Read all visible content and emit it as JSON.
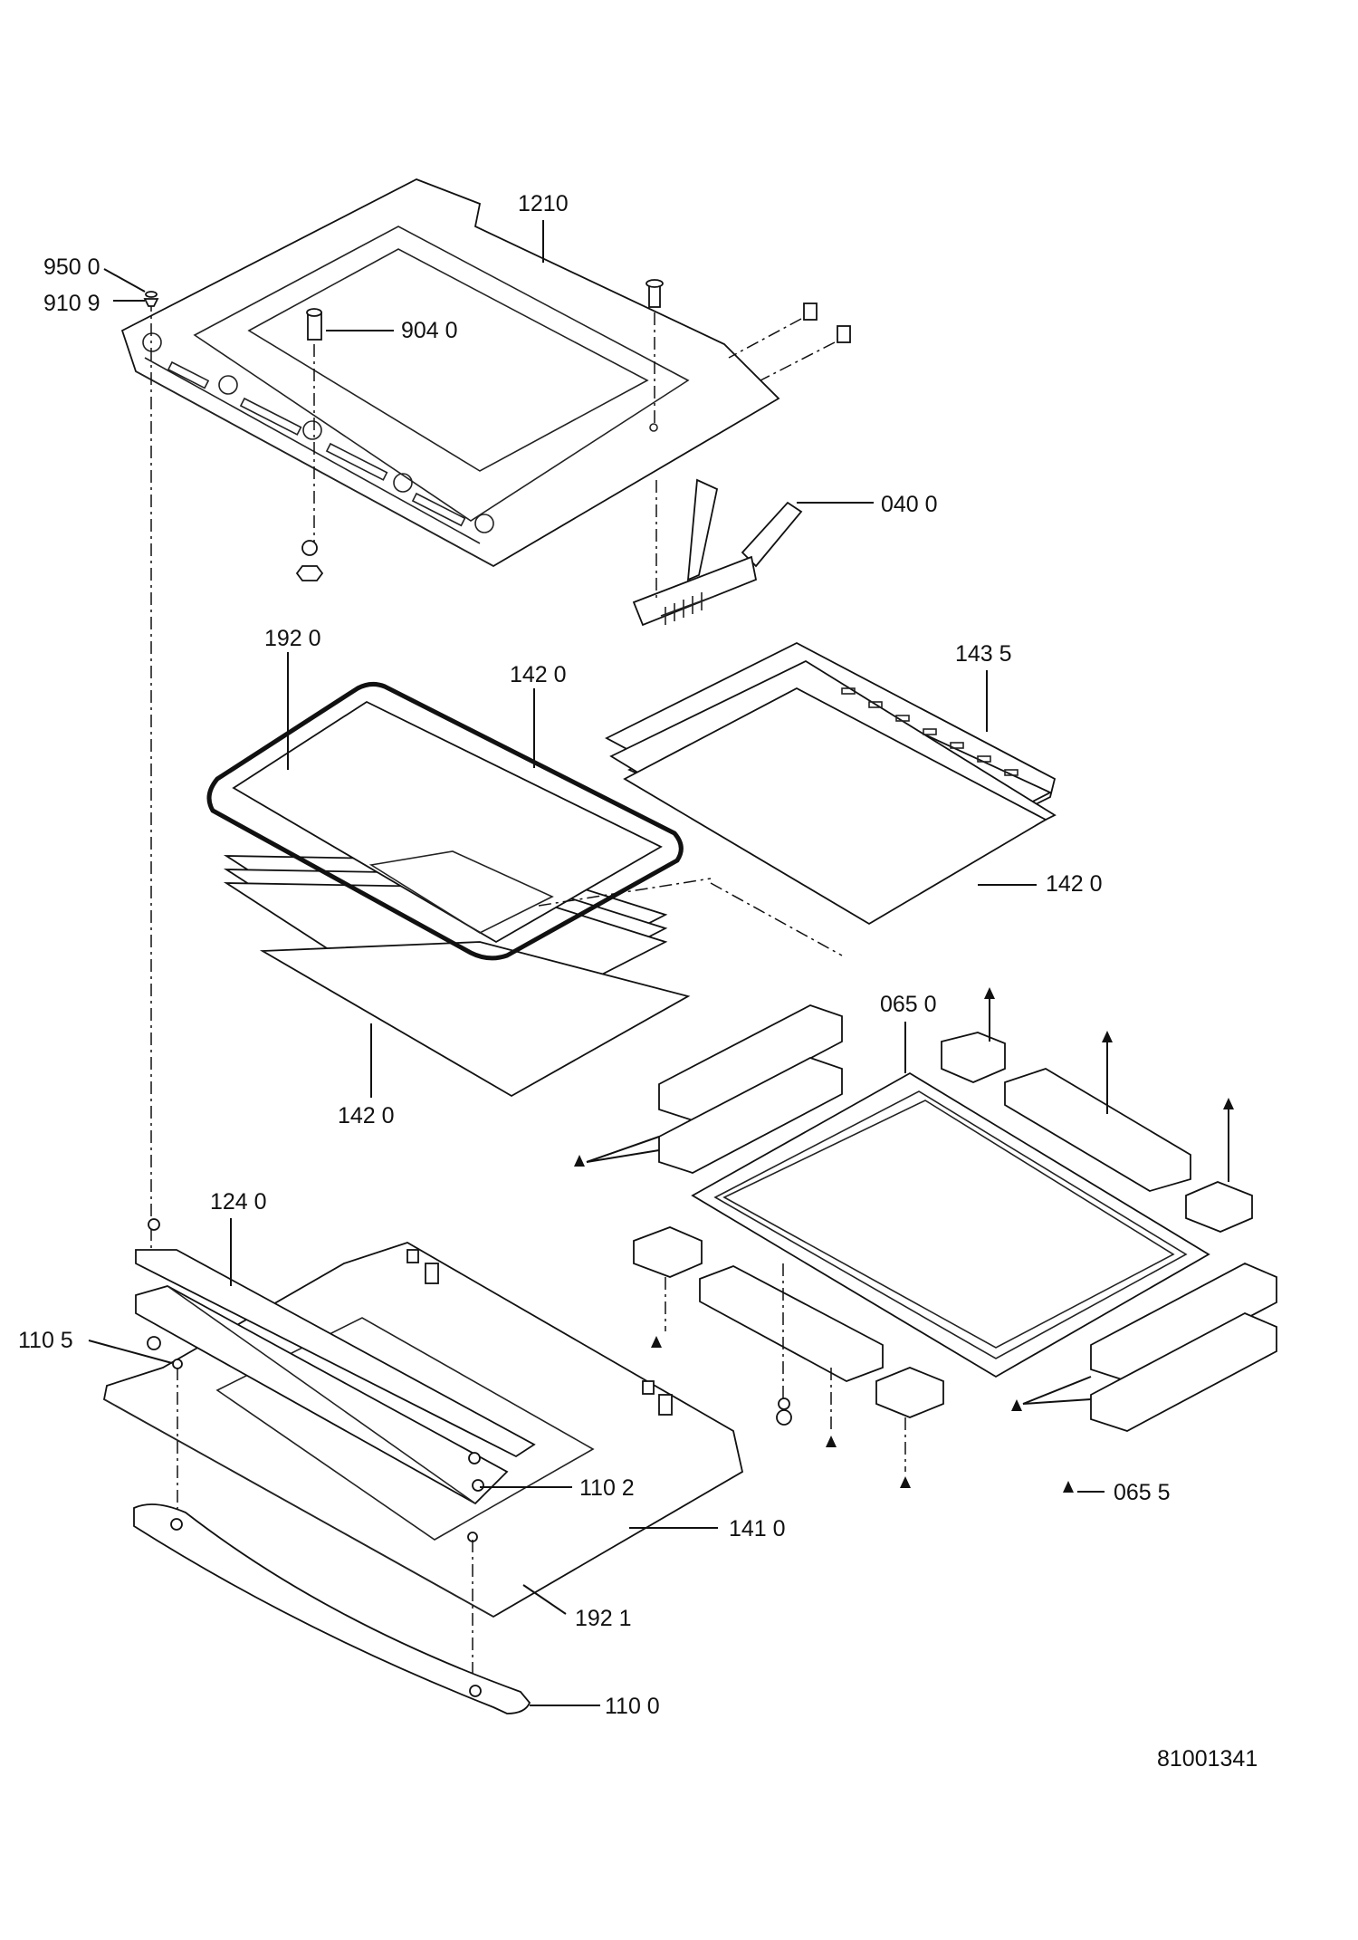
{
  "callouts": {
    "c1210": "1210",
    "c9500": "950 0",
    "c9109": "910 9",
    "c9040": "904 0",
    "c0400": "040 0",
    "c1920": "192 0",
    "c1420_a": "142 0",
    "c1435": "143 5",
    "c1420_b": "142 0",
    "c1420_c": "142 0",
    "c0650": "065 0",
    "c1240": "124 0",
    "c1105": "110 5",
    "c1102": "110 2",
    "c1410": "141 0",
    "c1921": "192 1",
    "c1100": "110 0",
    "c0655": "065 5"
  },
  "document_number": "81001341"
}
